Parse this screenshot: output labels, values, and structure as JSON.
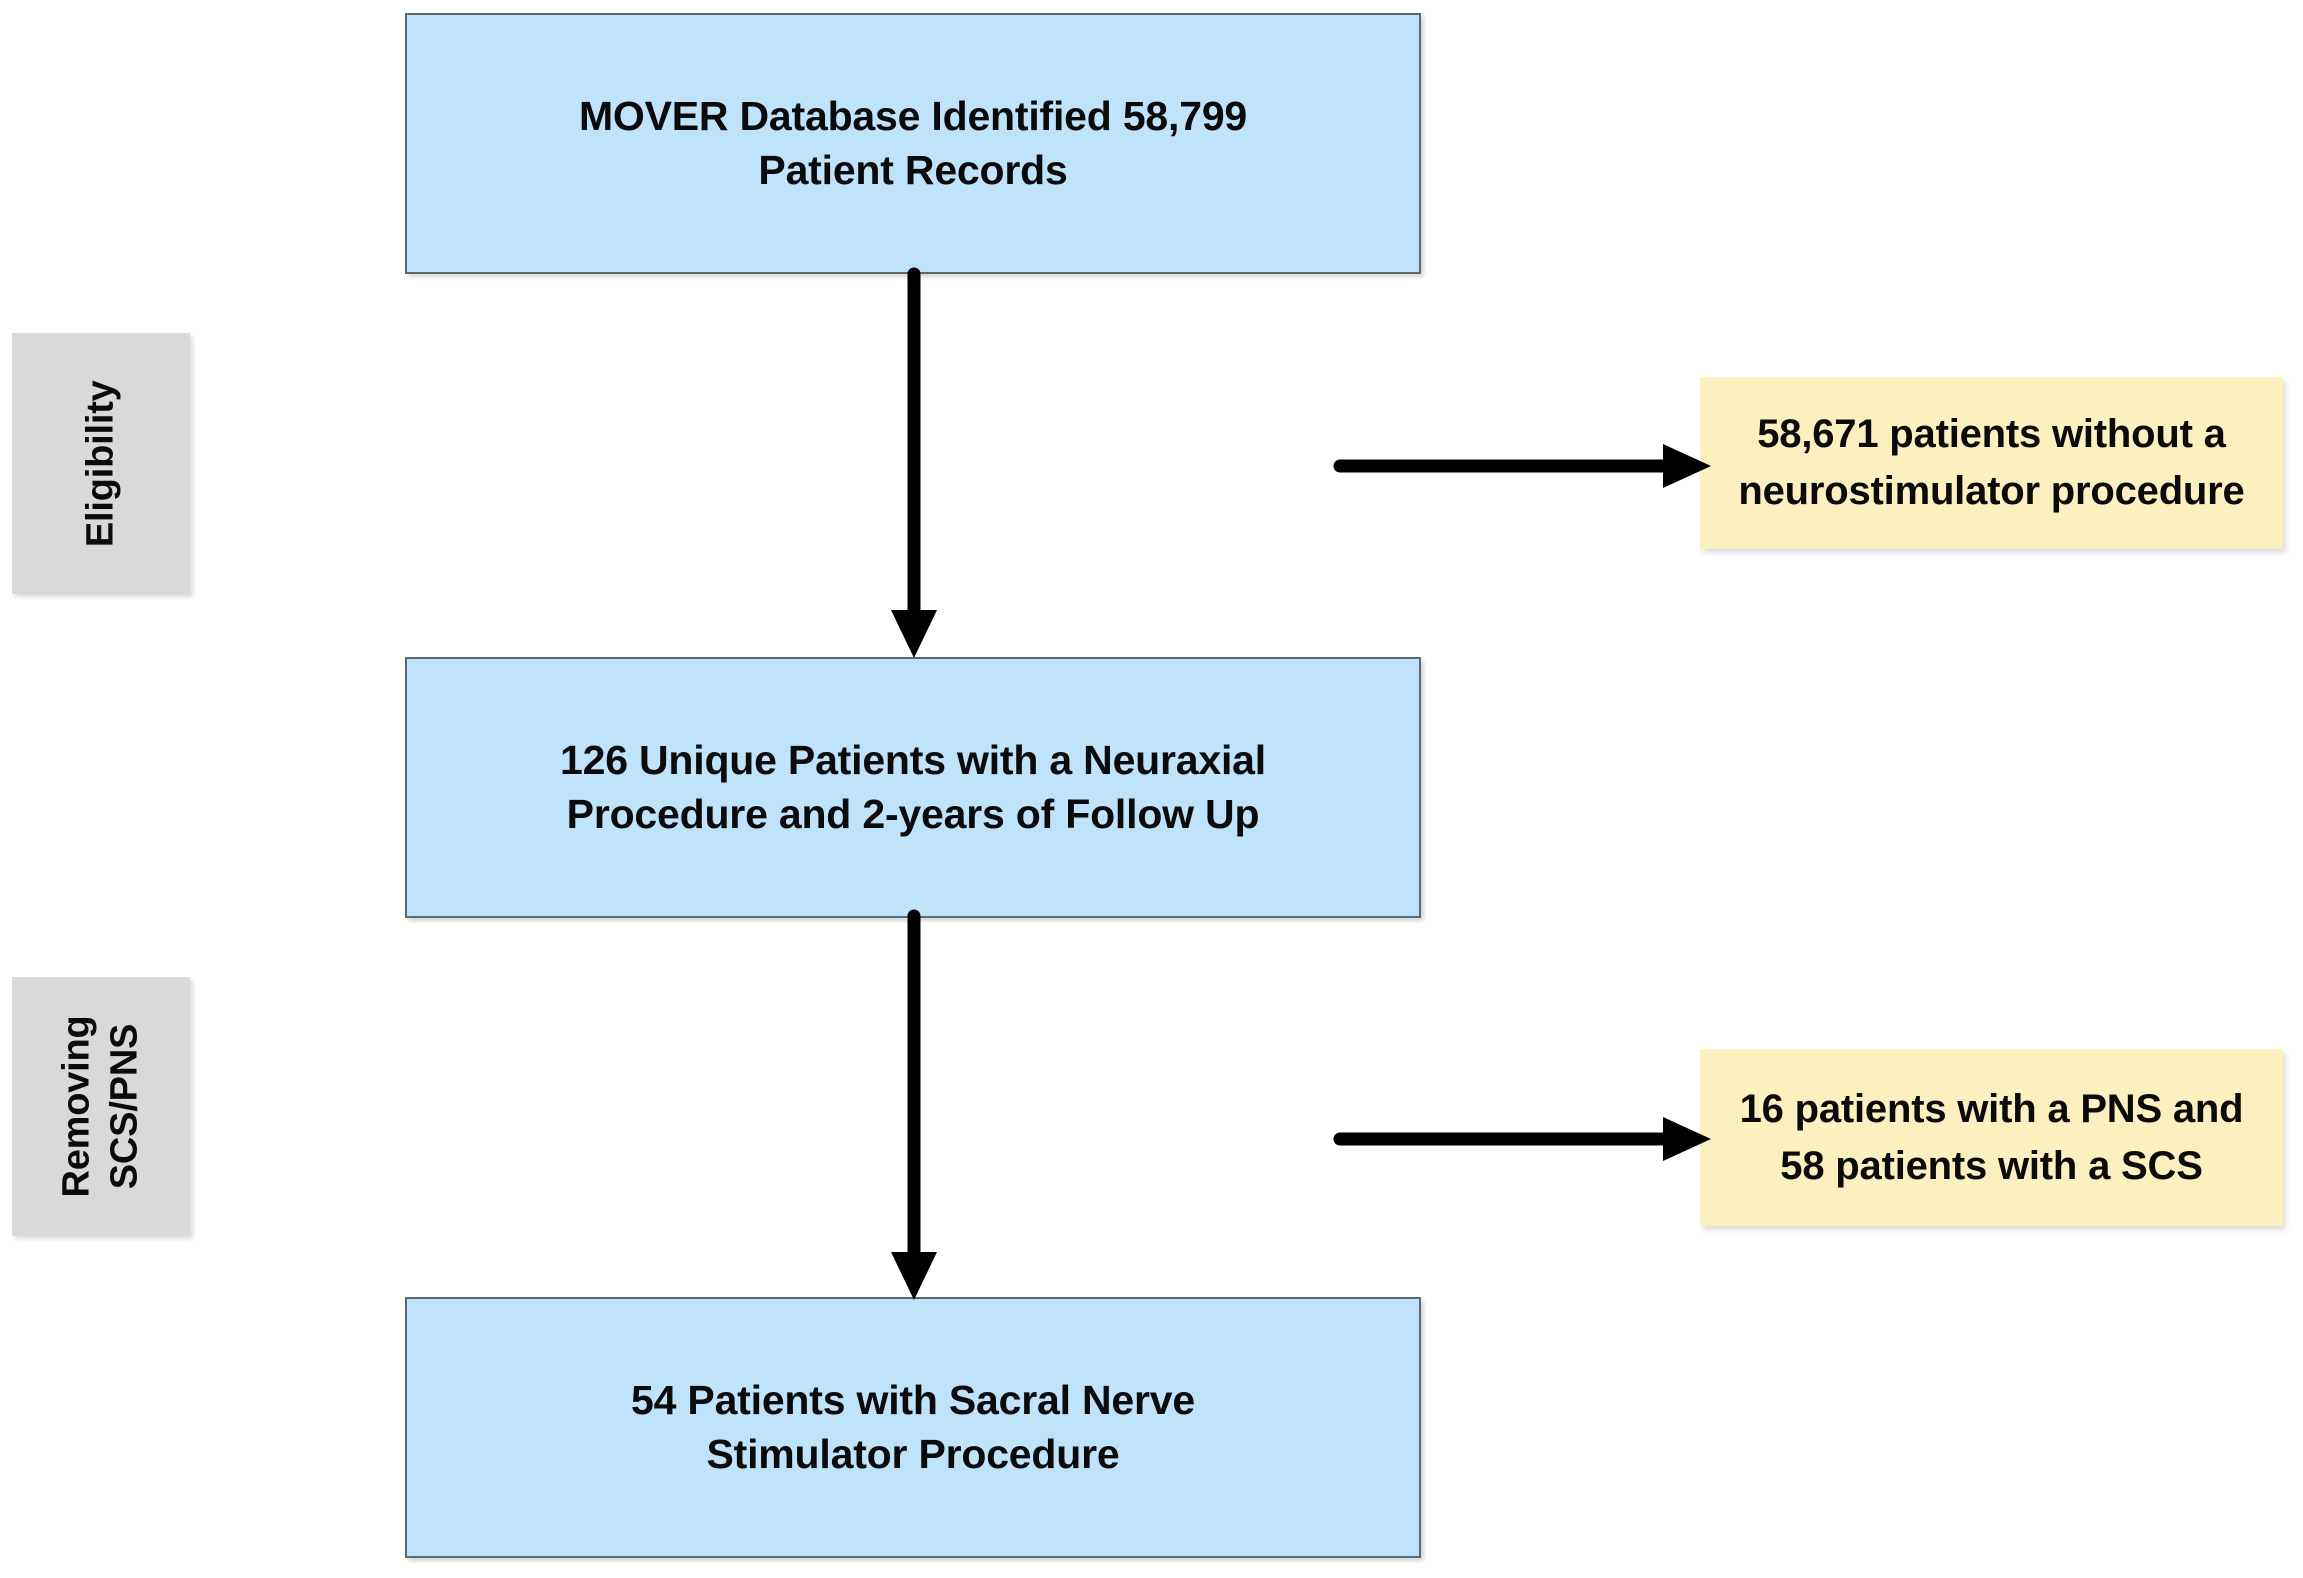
{
  "diagram": {
    "type": "prisma-patient-selection-flowchart",
    "colors": {
      "flow_box_fill": "#bfe3fb",
      "flow_box_border": "#5a6872",
      "exclusion_box_fill": "#fcf0c0",
      "stage_label_fill": "#d9d9d9",
      "arrow_color": "#000000",
      "text_color": "#0b0b0b",
      "background": "#ffffff"
    },
    "stage_labels": [
      {
        "id": "eligibility",
        "text": "Eligibility",
        "orientation": "vertical-90ccw"
      },
      {
        "id": "removing-scs-pns",
        "text": "Removing\nSCS/PNS",
        "orientation": "vertical-90ccw"
      }
    ],
    "flow_boxes": [
      {
        "id": "identified",
        "text": "MOVER Database Identified 58,799\nPatient Records",
        "count": 58799
      },
      {
        "id": "unique-neuraxial",
        "text": "126 Unique Patients with a Neuraxial\nProcedure and 2-years of Follow Up",
        "count": 126
      },
      {
        "id": "sacral-nerve-stimulator",
        "text": "54 Patients with Sacral Nerve\nStimulator Procedure",
        "count": 54
      }
    ],
    "exclusion_boxes": [
      {
        "id": "no-neurostimulator",
        "text": "58,671 patients without a\nneurostimulator procedure",
        "count": 58671
      },
      {
        "id": "pns-and-scs",
        "text": "16 patients with a PNS and\n58 patients with a SCS",
        "counts": [
          16,
          58
        ]
      }
    ],
    "arrows": [
      {
        "id": "v1",
        "direction": "down",
        "from": "identified",
        "to": "unique-neuraxial"
      },
      {
        "id": "v2",
        "direction": "down",
        "from": "unique-neuraxial",
        "to": "sacral-nerve-stimulator"
      },
      {
        "id": "h1",
        "direction": "right",
        "from": "identified",
        "to": "no-neurostimulator"
      },
      {
        "id": "h2",
        "direction": "right",
        "from": "unique-neuraxial",
        "to": "pns-and-scs"
      }
    ]
  }
}
